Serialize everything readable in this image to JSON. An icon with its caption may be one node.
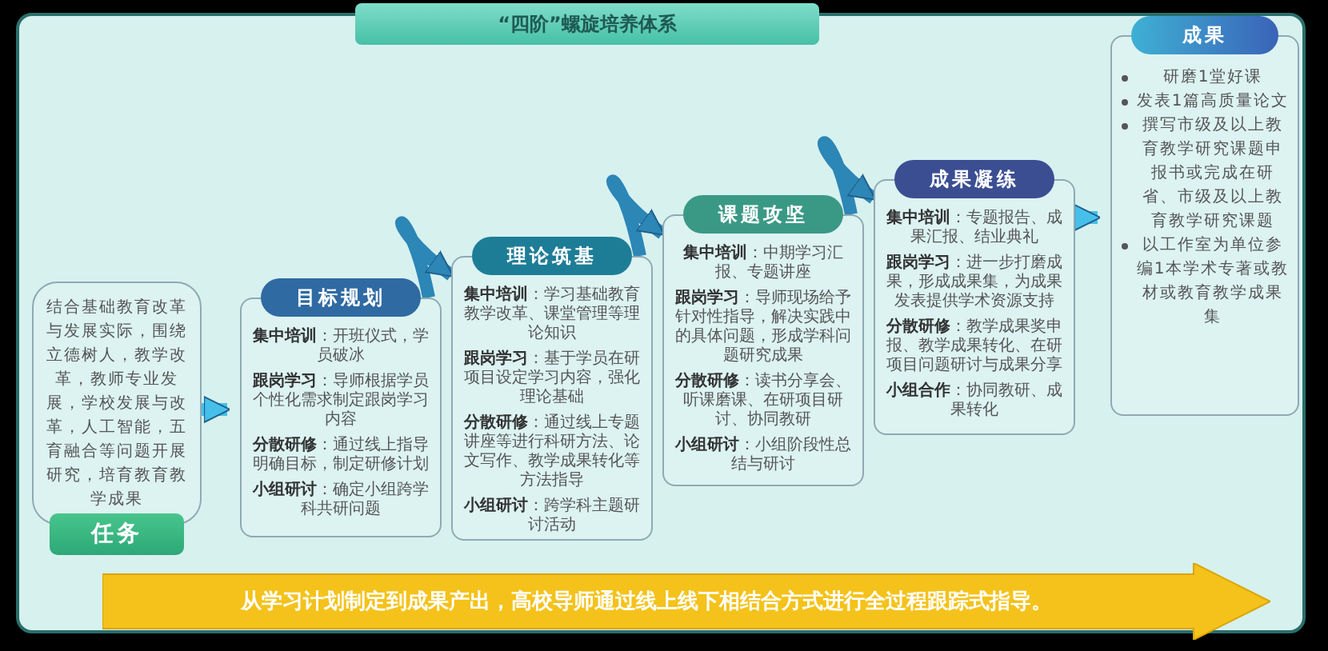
{
  "diagram": {
    "title": "“四阶”螺旋培养体系",
    "nodes": [
      {
        "text": [
          "结合基础教育改革与发展实际，围绕立德树人，教学改革，教师专业发展，学校发展与改革，人工智能，五育融合等问题开展研究，培育教育教学成果",
          "任务"
        ]
      },
      {
        "text": [
          "目标规划",
          "**集中培训**：开班仪式，学员破冰",
          "**跟岗学习**：导师根据学员个性化需求制定跟岗学习内容",
          "**分散研修**：通过线上指导明确目标，制定研修计划",
          "**小组研讨**：确定小组跨学科共研问题"
        ]
      },
      {
        "text": [
          "理论筑基",
          "**集中培训**：学习基础教育教学改革、课堂管理等理论知识",
          "**跟岗学习**：基于学员在研项目设定学习内容，强化理论基础",
          "**分散研修**：通过线上专题讲座等进行科研方法、论文写作、教学成果转化等方法指导",
          "**小组研讨**：跨学科主题研讨活动"
        ]
      },
      {
        "text": [
          "课题攻坚",
          "**集中培训**：中期学习汇报、专题讲座",
          "**跟岗学习**：导师现场给予针对性指导，解决实践中的具体问题，形成学科问题研究成果",
          "**分散研修**：读书分享会、听课磨课、在研项目研讨、协同教研",
          "**小组研讨**：小组阶段性总结与研讨"
        ]
      },
      {
        "text": [
          "成果凝练",
          "**集中培训**：专题报告、成果汇报、结业典礼",
          "**跟岗学习**：进一步打磨成果，形成成果集，为成果发表提供学术资源支持",
          "**分散研修**：教学成果奖申报、教学成果转化、在研项目问题研讨与成果分享",
          "**小组合作**：协同教研、成果转化"
        ]
      },
      {
        "text": [
          "成果",
          "研磨1堂好课",
          "发表1篇高质量论文",
          "撰写市级及以上教育教学研究课题申报书或完成在研省、市级及以上教育教学研究课题",
          "以工作室为单位参编1本学术专著或教材或教育教学成果集"
        ]
      },
      {
        "text": [
          "从学习计划制定到成果产出，高校导师通过线上线下相结合方式进行全过程跟踪式指导。"
        ]
      }
    ],
    "edges": [
      {
        "from": 0,
        "to": 1,
        "arrow": "to",
        "color": "#46c0ea"
      },
      {
        "from": 1,
        "to": 2,
        "arrow": "to"
      },
      {
        "from": 2,
        "to": 3,
        "arrow": "to"
      },
      {
        "from": 3,
        "to": 4,
        "arrow": "to"
      },
      {
        "from": 4,
        "to": 5,
        "arrow": "to",
        "color": "#46c0ea"
      }
    ]
  }
}
